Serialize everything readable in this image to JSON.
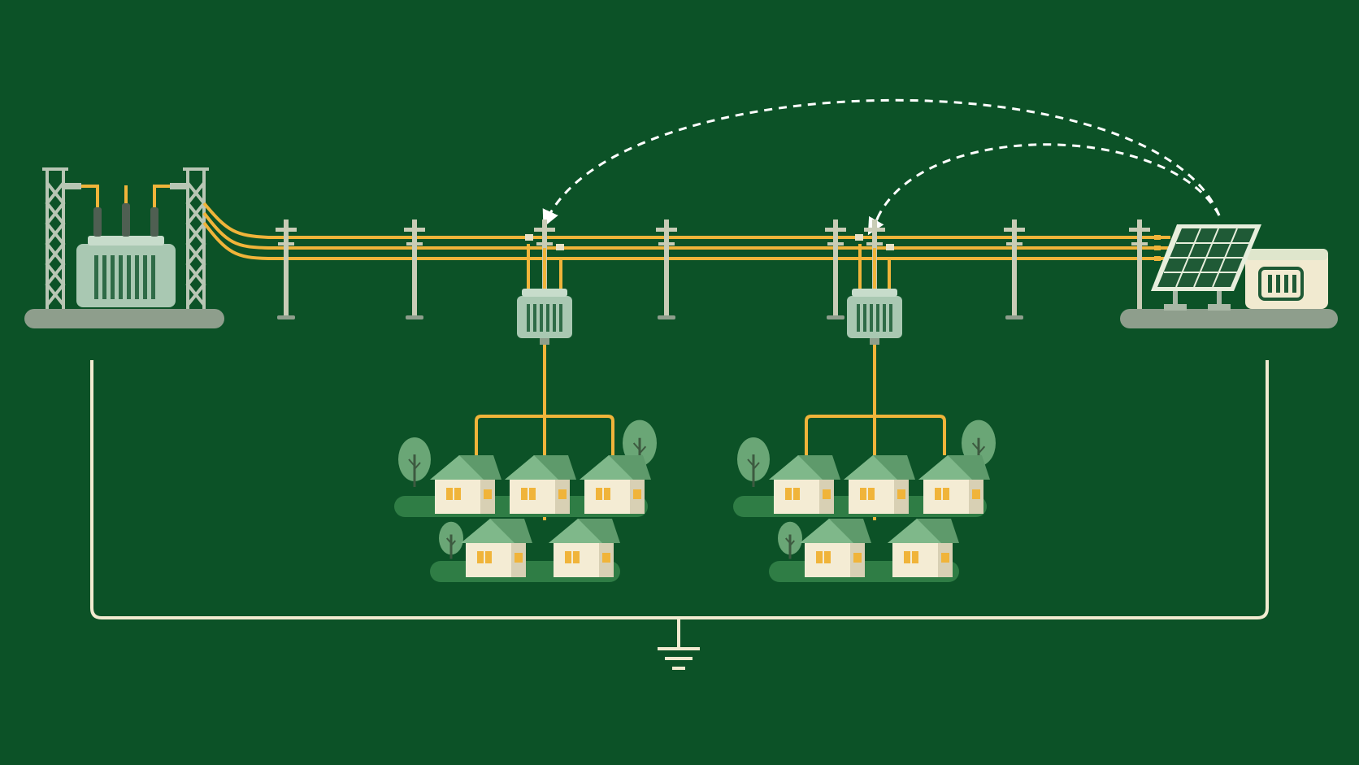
{
  "diagram": {
    "description_text": "",
    "colors": {
      "background": "#0c5227",
      "conductor": "#f0b43a",
      "equipment": "#a9c8b2",
      "equipment_dark": "#6f9a80",
      "ground_line": "#f1ead0",
      "base": "#8e9e8c",
      "pole": "#c9ccb6",
      "house_wall": "#f4ecd4",
      "house_roof": "#5e9a6b",
      "window": "#f0b43a",
      "tree": "#6aa676",
      "grass": "#2f7d45",
      "dashed_arrow": "#ffffff"
    },
    "nodes": [
      {
        "id": "substation",
        "icon": "substation-transformer-icon"
      },
      {
        "id": "distribution-transformer-1",
        "icon": "pole-transformer-icon"
      },
      {
        "id": "distribution-transformer-2",
        "icon": "pole-transformer-icon"
      },
      {
        "id": "neighborhood-1",
        "icon": "houses-icon",
        "house_count": 5
      },
      {
        "id": "neighborhood-2",
        "icon": "houses-icon",
        "house_count": 5
      },
      {
        "id": "solar-battery",
        "icon": "solar-panel-battery-icon"
      },
      {
        "id": "earth-ground",
        "icon": "ground-symbol-icon"
      }
    ],
    "edges": [
      {
        "from": "substation",
        "to": "solar-battery",
        "style": "three-phase-line"
      },
      {
        "from": "distribution-transformer-1",
        "to": "neighborhood-1",
        "style": "service-drop"
      },
      {
        "from": "distribution-transformer-2",
        "to": "neighborhood-2",
        "style": "service-drop"
      },
      {
        "from": "solar-battery",
        "to": "distribution-transformer-1",
        "style": "dashed-arrow"
      },
      {
        "from": "solar-battery",
        "to": "distribution-transformer-2",
        "style": "dashed-arrow"
      },
      {
        "from": "substation",
        "to": "earth-ground",
        "style": "ground-return"
      },
      {
        "from": "solar-battery",
        "to": "earth-ground",
        "style": "ground-return"
      }
    ]
  }
}
